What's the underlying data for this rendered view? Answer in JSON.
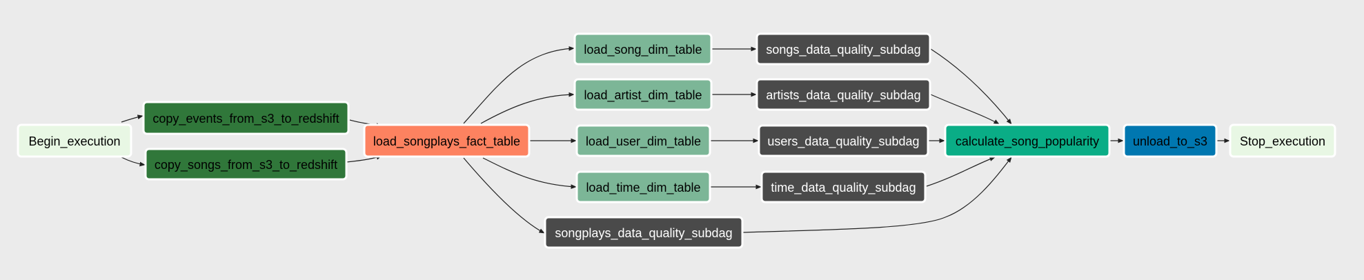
{
  "graph": {
    "nodes": [
      {
        "id": "begin",
        "label": "Begin_execution",
        "color": "#e8f7e4",
        "text_color": "#000000"
      },
      {
        "id": "copy_events",
        "label": "copy_events_from_s3_to_redshift",
        "color": "#30773a",
        "text_color": "#000000"
      },
      {
        "id": "copy_songs",
        "label": "copy_songs_from_s3_to_redshift",
        "color": "#30773a",
        "text_color": "#000000"
      },
      {
        "id": "fact",
        "label": "load_songplays_fact_table",
        "color": "#fd8260",
        "text_color": "#000000"
      },
      {
        "id": "song_dim",
        "label": "load_song_dim_table",
        "color": "#7cb697",
        "text_color": "#000000"
      },
      {
        "id": "artist_dim",
        "label": "load_artist_dim_table",
        "color": "#7cb697",
        "text_color": "#000000"
      },
      {
        "id": "user_dim",
        "label": "load_user_dim_table",
        "color": "#7cb697",
        "text_color": "#000000"
      },
      {
        "id": "time_dim",
        "label": "load_time_dim_table",
        "color": "#7cb697",
        "text_color": "#000000"
      },
      {
        "id": "songplays_dq",
        "label": "songplays_data_quality_subdag",
        "color": "#4a4a4a",
        "text_color": "#ffffff"
      },
      {
        "id": "songs_dq",
        "label": "songs_data_quality_subdag",
        "color": "#4a4a4a",
        "text_color": "#ffffff"
      },
      {
        "id": "artists_dq",
        "label": "artists_data_quality_subdag",
        "color": "#4a4a4a",
        "text_color": "#ffffff"
      },
      {
        "id": "users_dq",
        "label": "users_data_quality_subdag",
        "color": "#4a4a4a",
        "text_color": "#ffffff"
      },
      {
        "id": "time_dq",
        "label": "time_data_quality_subdag",
        "color": "#4a4a4a",
        "text_color": "#ffffff"
      },
      {
        "id": "calc",
        "label": "calculate_song_popularity",
        "color": "#0aad86",
        "text_color": "#000000"
      },
      {
        "id": "unload",
        "label": "unload_to_s3",
        "color": "#0077b0",
        "text_color": "#000000"
      },
      {
        "id": "stop",
        "label": "Stop_execution",
        "color": "#e8f7e4",
        "text_color": "#000000"
      }
    ],
    "edges": [
      {
        "from": "begin",
        "to": "copy_events"
      },
      {
        "from": "begin",
        "to": "copy_songs"
      },
      {
        "from": "copy_events",
        "to": "fact"
      },
      {
        "from": "copy_songs",
        "to": "fact"
      },
      {
        "from": "fact",
        "to": "song_dim"
      },
      {
        "from": "fact",
        "to": "artist_dim"
      },
      {
        "from": "fact",
        "to": "user_dim"
      },
      {
        "from": "fact",
        "to": "time_dim"
      },
      {
        "from": "fact",
        "to": "songplays_dq"
      },
      {
        "from": "song_dim",
        "to": "songs_dq"
      },
      {
        "from": "artist_dim",
        "to": "artists_dq"
      },
      {
        "from": "user_dim",
        "to": "users_dq"
      },
      {
        "from": "time_dim",
        "to": "time_dq"
      },
      {
        "from": "songs_dq",
        "to": "calc"
      },
      {
        "from": "artists_dq",
        "to": "calc"
      },
      {
        "from": "users_dq",
        "to": "calc"
      },
      {
        "from": "time_dq",
        "to": "calc"
      },
      {
        "from": "songplays_dq",
        "to": "calc"
      },
      {
        "from": "calc",
        "to": "unload"
      },
      {
        "from": "unload",
        "to": "stop"
      }
    ]
  }
}
